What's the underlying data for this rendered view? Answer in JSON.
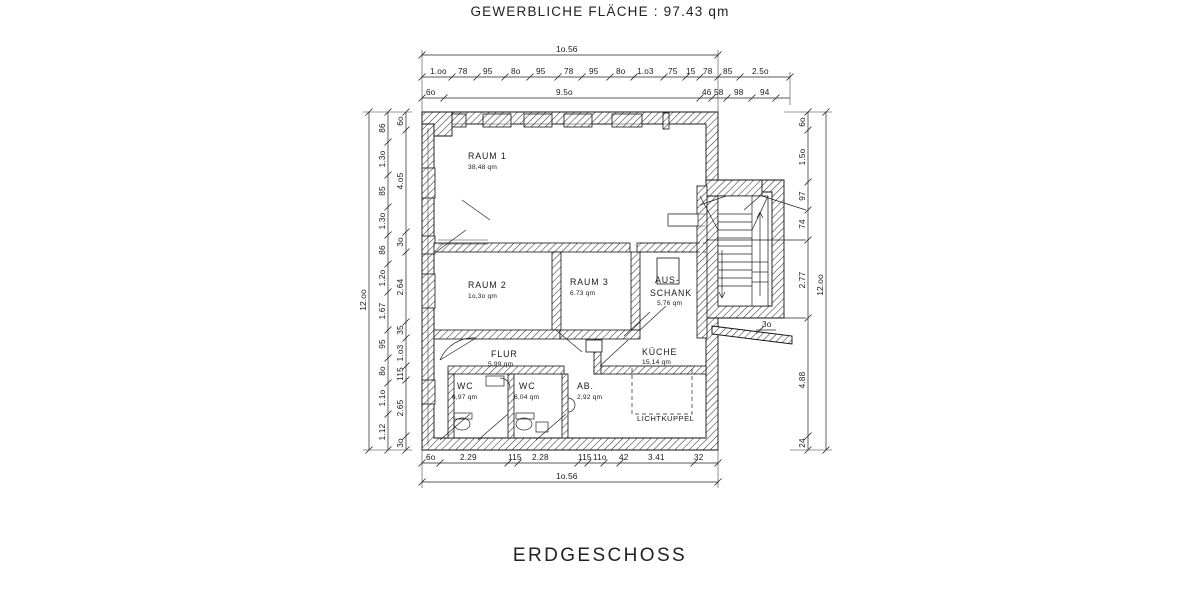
{
  "sheet": {
    "header": "GEWERBLICHE FLÄCHE : 97.43 qm",
    "footer": "ERDGESCHOSS"
  },
  "rooms": [
    {
      "key": "raum1",
      "name": "RAUM 1",
      "area": "38,48 qm"
    },
    {
      "key": "raum2",
      "name": "RAUM 2",
      "area": "1o,3o qm"
    },
    {
      "key": "raum3",
      "name": "RAUM 3",
      "area": "6.73 qm"
    },
    {
      "key": "ausschank",
      "name": "AUS-",
      "name2": "SCHANK",
      "area": "5,76 qm"
    },
    {
      "key": "kueche",
      "name": "KÜCHE",
      "area": "15,14 qm"
    },
    {
      "key": "flur",
      "name": "FLUR",
      "area": "5,99 qm"
    },
    {
      "key": "wc1",
      "name": "WC",
      "area": "6,97 qm"
    },
    {
      "key": "wc2",
      "name": "WC",
      "area": "6,04 qm"
    },
    {
      "key": "ab",
      "name": "AB.",
      "area": "2,92 qm"
    },
    {
      "key": "lichtkuppel",
      "name": "LICHTKUPPEL",
      "area": ""
    }
  ],
  "dimensions": {
    "top_overall": "1o.56",
    "top_chain": [
      "1.oo",
      "78",
      "95",
      "8o",
      "95",
      "78",
      "95",
      "8o",
      "1.o3",
      "75",
      "15",
      "78",
      "85",
      "2.5o"
    ],
    "top_lower_chain": [
      "6o",
      "9.5o",
      "46",
      "58",
      "98",
      "94"
    ],
    "bottom_overall": "1o.56",
    "bottom_chain": [
      "6o",
      "2.29",
      "115",
      "2.28",
      "115",
      "11o",
      "42",
      "3.41",
      "32"
    ],
    "left_outer": "12.oo",
    "left_mid_chain": [
      "86",
      "1.3o",
      "85",
      "1.3o",
      "86",
      "1.2o",
      "1.67",
      "95",
      "8o",
      "1.1o",
      "1.12"
    ],
    "left_inner_chain": [
      "6o",
      "4.o5",
      "3o",
      "2.64",
      "35",
      "1.o3",
      "115",
      "2.65",
      "3o"
    ],
    "right_outer": "12.oo",
    "right_chain": [
      "6o",
      "1.5o",
      "97",
      "74",
      "2.77",
      "4.88",
      "24"
    ],
    "interior_note": "3o"
  },
  "colors": {
    "ink": "#1a1a1a",
    "paper": "#ffffff",
    "wall_hatch": "#333333"
  }
}
